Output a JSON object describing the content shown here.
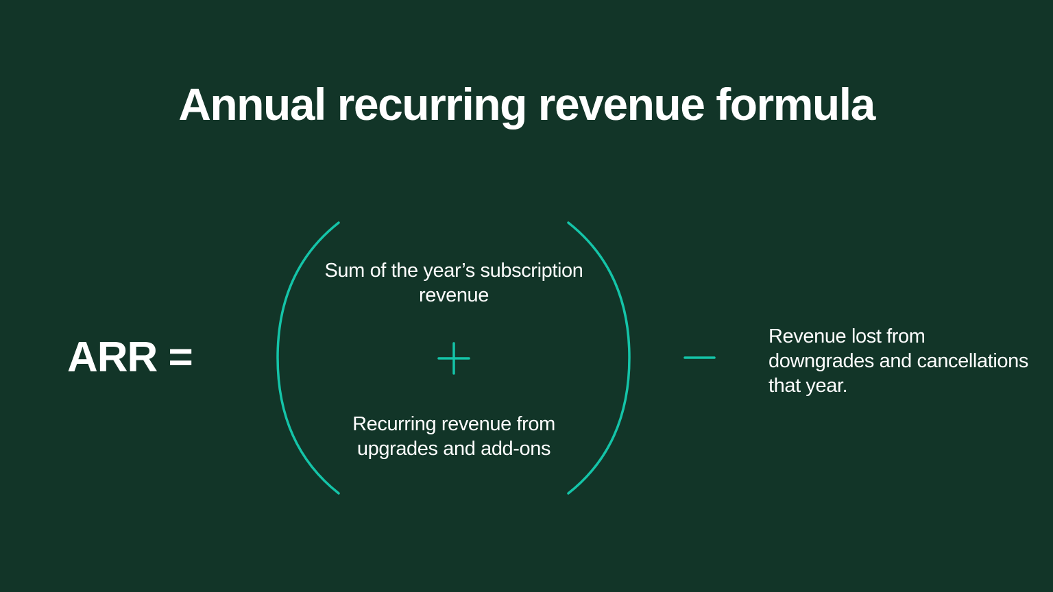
{
  "title": "Annual recurring revenue formula",
  "formula": {
    "lhs": "ARR =",
    "terms": {
      "subscription": "Sum of the year’s subscription revenue",
      "plus_operator": "+",
      "upgrades": "Recurring revenue from upgrades and add-ons",
      "minus_operator": "−",
      "lost": "Revenue lost from downgrades and cancellations that year."
    }
  },
  "colors": {
    "background": "#123528",
    "accent": "#14c4a8",
    "text": "#ffffff"
  }
}
